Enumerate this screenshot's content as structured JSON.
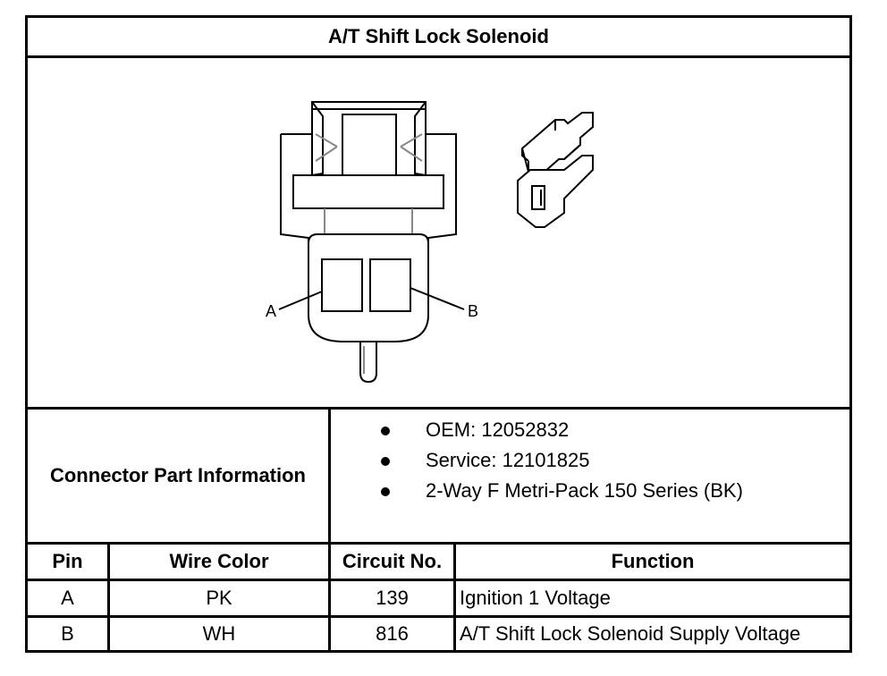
{
  "title": "A/T Shift Lock Solenoid",
  "diagram": {
    "pin_labels": [
      "A",
      "B"
    ]
  },
  "connector_info": {
    "label": "Connector Part Information",
    "items": [
      "OEM: 12052832",
      "Service: 12101825",
      "2-Way F Metri-Pack 150 Series (BK)"
    ]
  },
  "table": {
    "headers": [
      "Pin",
      "Wire Color",
      "Circuit No.",
      "Function"
    ],
    "rows": [
      [
        "A",
        "PK",
        "139",
        "Ignition 1 Voltage"
      ],
      [
        "B",
        "WH",
        "816",
        "A/T Shift Lock Solenoid Supply Voltage"
      ]
    ]
  }
}
